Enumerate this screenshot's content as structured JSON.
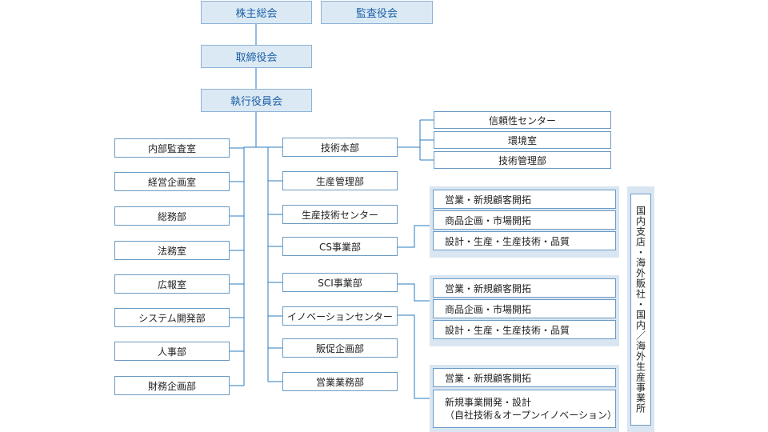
{
  "governance": {
    "shareholders": "株主総会",
    "auditors": "監査役会",
    "board": "取締役会",
    "executive": "執行役員会"
  },
  "left_units": [
    "内部監査室",
    "経営企画室",
    "総務部",
    "法務室",
    "広報室",
    "システム開発部",
    "人事部",
    "財務企画部"
  ],
  "middle_units": [
    "技術本部",
    "生産管理部",
    "生産技術センター",
    "CS事業部",
    "SCI事業部",
    "イノベーションセンター",
    "販促企画部",
    "営業業務部"
  ],
  "tech_sub": [
    "信頼性センター",
    "環境室",
    "技術管理部"
  ],
  "cs_group": [
    "営業・新規顧客開拓",
    "商品企画・市場開拓",
    "設計・生産・生産技術・品質"
  ],
  "sci_group": [
    "営業・新規顧客開拓",
    "商品企画・市場開拓",
    "設計・生産・生産技術・品質"
  ],
  "innovation_group": {
    "item1": "営業・新規顧客開拓",
    "item2_line1": "新規事業開発・設計",
    "item2_line2": "（自社技術＆オープンイノベーション）"
  },
  "branches": "国内支店・海外販社・国内／海外生産事業所",
  "colors": {
    "connector": "#2e7bbf",
    "box_border": "#6b9ac4",
    "top_fill": "#dbe9f5",
    "top_text": "#1d5fa5",
    "panel": "#d9e6f2"
  }
}
